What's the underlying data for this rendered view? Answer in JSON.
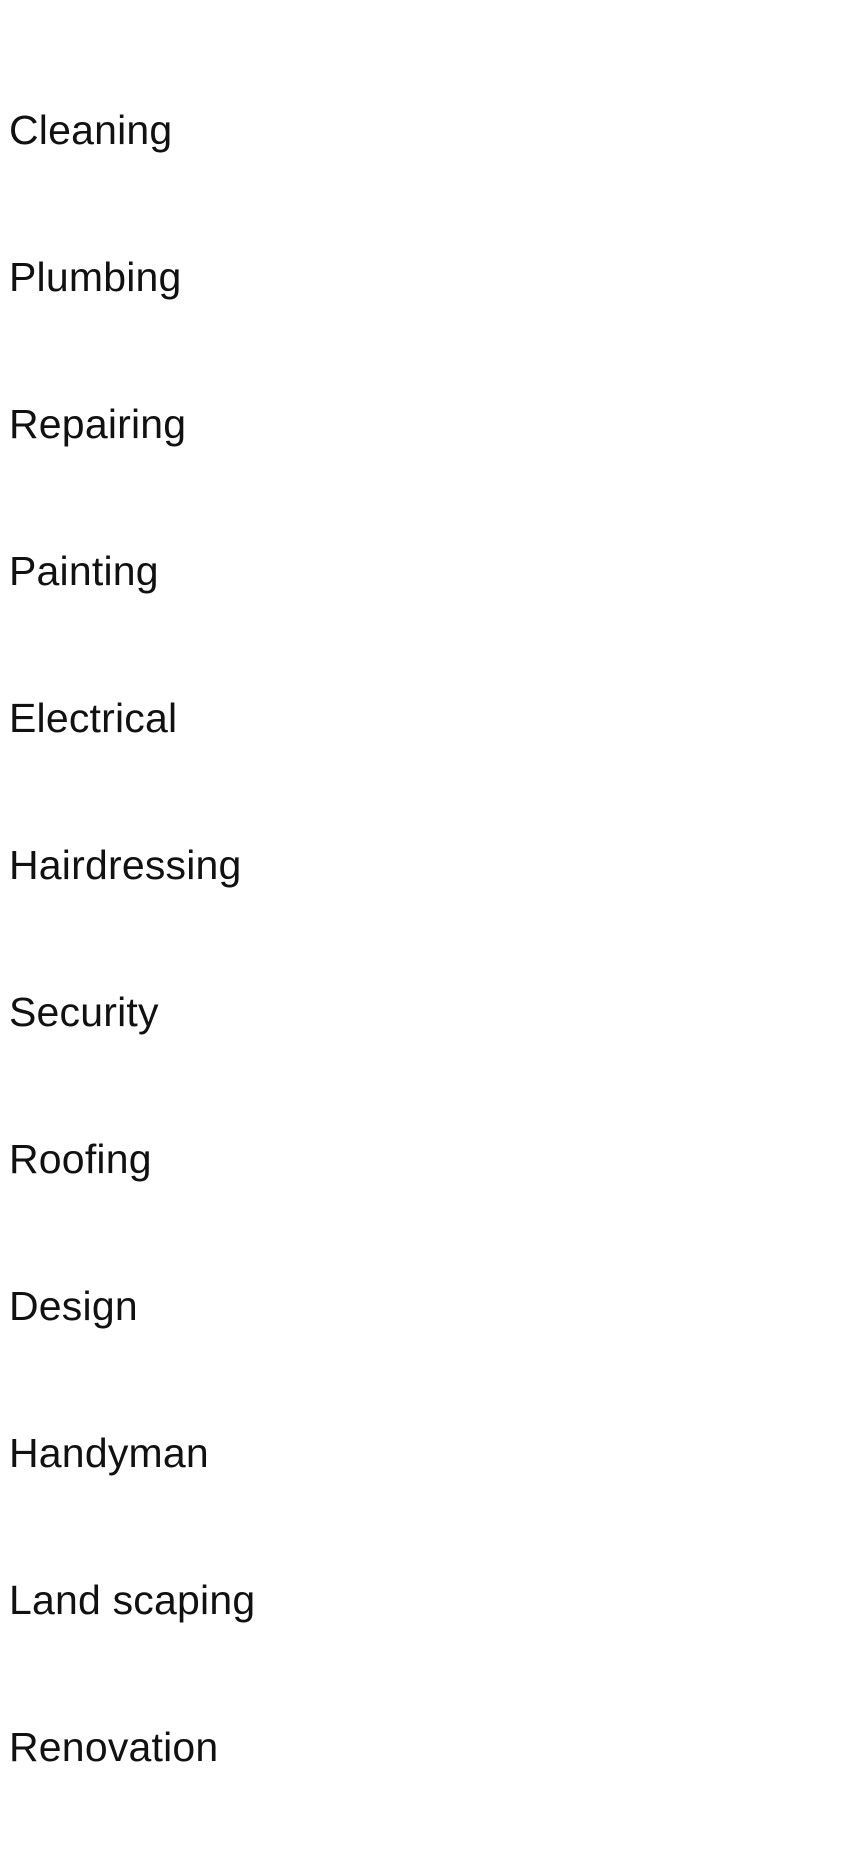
{
  "categories": [
    {
      "label": "Cleaning"
    },
    {
      "label": "Plumbing"
    },
    {
      "label": "Repairing"
    },
    {
      "label": "Painting"
    },
    {
      "label": "Electrical"
    },
    {
      "label": "Hairdressing"
    },
    {
      "label": "Security"
    },
    {
      "label": "Roofing"
    },
    {
      "label": "Design"
    },
    {
      "label": "Handyman"
    },
    {
      "label": "Land scaping"
    },
    {
      "label": "Renovation"
    }
  ]
}
